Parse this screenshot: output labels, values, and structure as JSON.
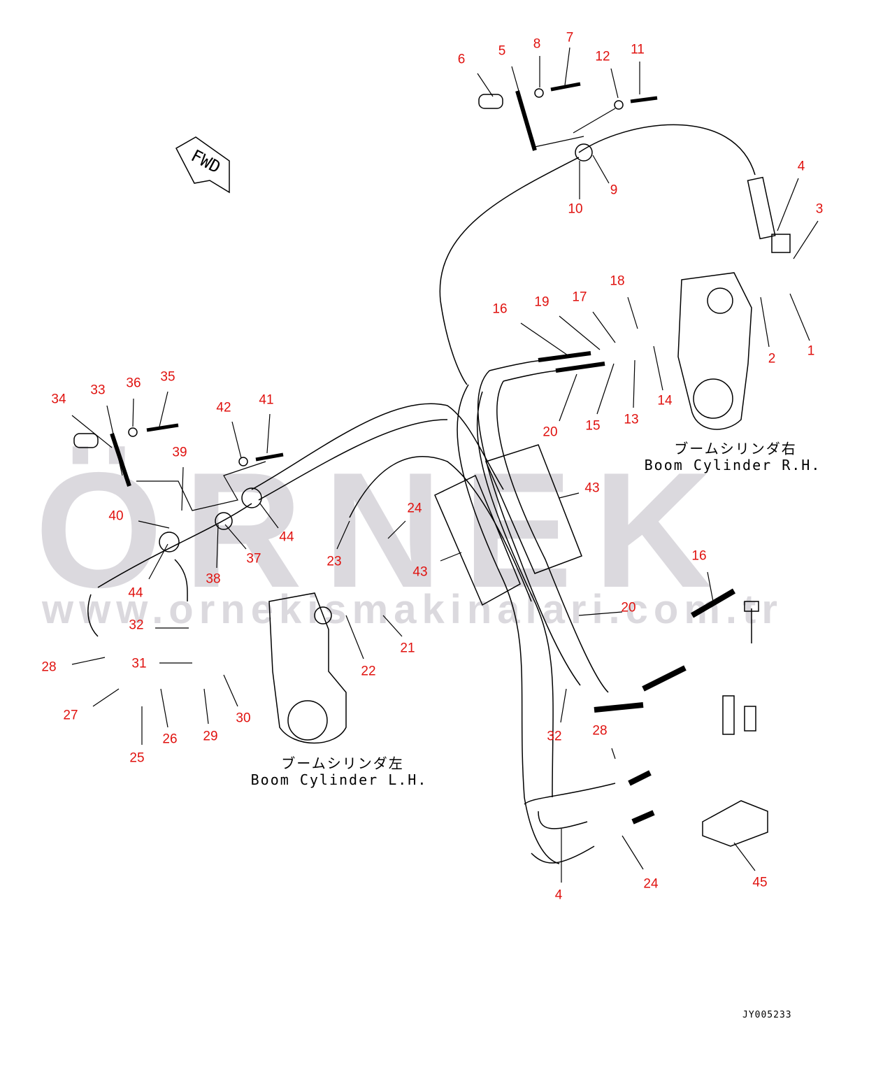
{
  "diagram": {
    "drawing_code": "JY005233",
    "fwd_marker": "FWD",
    "captions": {
      "right_jp": "ブームシリンダ右",
      "right_en": "Boom Cylinder R.H.",
      "left_jp": "ブームシリンダ左",
      "left_en": "Boom Cylinder L.H."
    },
    "watermark": {
      "logo": "ÖRNEK",
      "url": "www.ornekismakinalari.com.tr"
    },
    "labels": [
      "6",
      "5",
      "8",
      "7",
      "12",
      "11",
      "4",
      "3",
      "9",
      "10",
      "18",
      "17",
      "19",
      "16",
      "2",
      "1",
      "14",
      "13",
      "15",
      "20",
      "34",
      "33",
      "36",
      "35",
      "42",
      "41",
      "39",
      "40",
      "44",
      "37",
      "38",
      "24",
      "23",
      "43",
      "43",
      "44",
      "32",
      "31",
      "28",
      "27",
      "25",
      "26",
      "29",
      "30",
      "22",
      "21",
      "16",
      "20",
      "32",
      "28",
      "24",
      "45",
      "4"
    ],
    "colors": {
      "label": "#e0120f",
      "line": "#000000",
      "watermark": "#bebac3"
    }
  }
}
